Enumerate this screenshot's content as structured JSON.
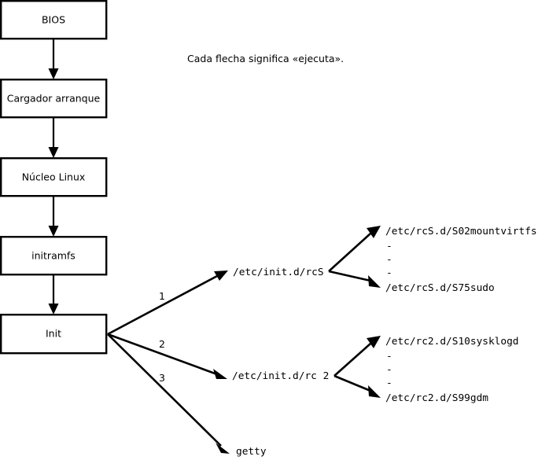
{
  "diagram": {
    "caption": "Cada flecha significa «ejecuta».",
    "boot_chain": [
      {
        "label": "BIOS"
      },
      {
        "label": "Cargador arranque"
      },
      {
        "label": "Núcleo Linux"
      },
      {
        "label": "initramfs"
      },
      {
        "label": "Init"
      }
    ],
    "init_branches": [
      {
        "number": "1",
        "target": "/etc/init.d/rcS"
      },
      {
        "number": "2",
        "target": "/etc/init.d/rc 2"
      },
      {
        "number": "3",
        "target": "getty"
      }
    ],
    "rcs_children": {
      "first": "/etc/rcS.d/S02mountvirtfs",
      "ellipsis": [
        "-",
        "-",
        "-"
      ],
      "last": "/etc/rcS.d/S75sudo"
    },
    "rc2_children": {
      "first": "/etc/rc2.d/S10sysklogd",
      "ellipsis": [
        "-",
        "-",
        "-"
      ],
      "last": "/etc/rc2.d/S99gdm"
    },
    "colors": {
      "stroke": "#000000",
      "fill": "#ffffff",
      "text": "#000000"
    }
  }
}
